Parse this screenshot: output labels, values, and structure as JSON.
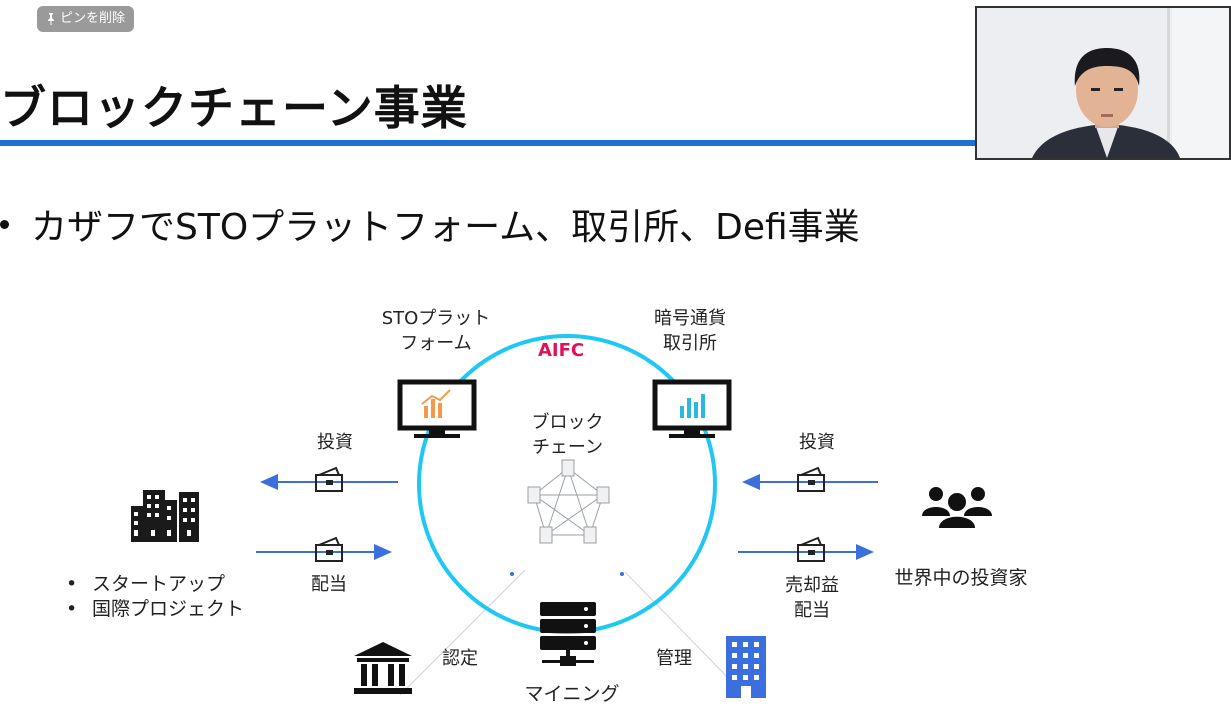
{
  "pin_chip": {
    "label": "ピンを削除",
    "icon": "pin-icon"
  },
  "slide": {
    "title": "ブロックチェーン事業",
    "bullet": "カザフでSTOプラットフォーム、取引所、Defi事業"
  },
  "diagram": {
    "aifc": "AIFC",
    "center_label": [
      "ブロック",
      "チェーン"
    ],
    "sto_platform": [
      "STOプラット",
      "フォーム"
    ],
    "crypto_exchange": [
      "暗号通貨",
      "取引所"
    ],
    "left_invest": "投資",
    "left_dividend": "配当",
    "right_invest": "投資",
    "right_returns": [
      "売却益",
      "配当"
    ],
    "startups": [
      "スタートアップ",
      "国際プロジェクト"
    ],
    "investors": "世界中の投資家",
    "certify": "認定",
    "manage": "管理",
    "mining": "マイニング",
    "colors": {
      "ring": "#1ec8f2",
      "arrow": "#3a6fdc",
      "aifc": "#e2105a",
      "rule": "#1f6fd4"
    }
  },
  "webcam": {
    "icon": "presenter-video"
  }
}
